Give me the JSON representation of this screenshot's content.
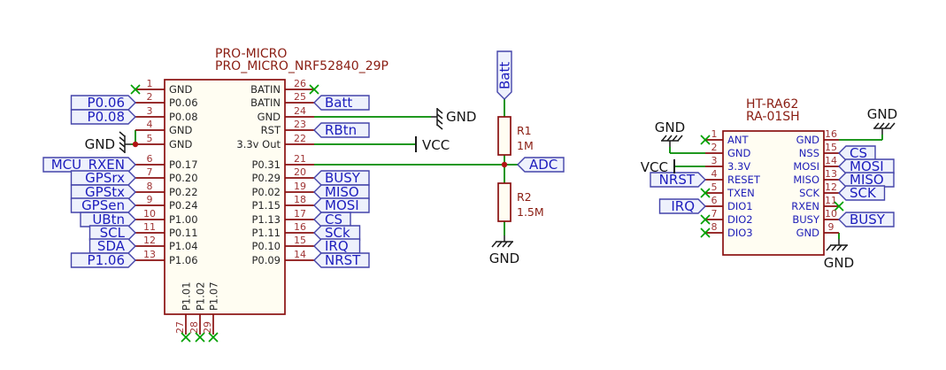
{
  "promicro": {
    "ref": "PRO-MICRO",
    "value": "PRO_MICRO_NRF52840_29P",
    "left_pins": [
      {
        "num": "1",
        "name": "GND",
        "nc": true
      },
      {
        "num": "2",
        "name": "P0.06",
        "label": "P0.06"
      },
      {
        "num": "3",
        "name": "P0.08",
        "label": "P0.08"
      },
      {
        "num": "4",
        "name": "GND"
      },
      {
        "num": "5",
        "name": "GND"
      },
      {
        "num": "6",
        "name": "P0.17",
        "label": "MCU_RXEN"
      },
      {
        "num": "7",
        "name": "P0.20",
        "label": "GPSrx"
      },
      {
        "num": "8",
        "name": "P0.22",
        "label": "GPStx"
      },
      {
        "num": "9",
        "name": "P0.24",
        "label": "GPSen"
      },
      {
        "num": "10",
        "name": "P1.00",
        "label": "UBtn"
      },
      {
        "num": "11",
        "name": "P0.11",
        "label": "SCL"
      },
      {
        "num": "12",
        "name": "P1.04",
        "label": "SDA"
      },
      {
        "num": "13",
        "name": "P1.06",
        "label": "P1.06"
      }
    ],
    "right_pins": [
      {
        "num": "26",
        "name": "BATIN",
        "nc": true
      },
      {
        "num": "25",
        "name": "BATIN",
        "label": "Batt"
      },
      {
        "num": "24",
        "name": "GND"
      },
      {
        "num": "23",
        "name": "RST",
        "label": "RBtn"
      },
      {
        "num": "22",
        "name": "3.3v Out"
      },
      {
        "num": "21",
        "name": "P0.31"
      },
      {
        "num": "20",
        "name": "P0.29",
        "label": "BUSY"
      },
      {
        "num": "19",
        "name": "P0.02",
        "label": "MISO"
      },
      {
        "num": "18",
        "name": "P1.15",
        "label": "MOSI"
      },
      {
        "num": "17",
        "name": "P1.13",
        "label": "CS"
      },
      {
        "num": "16",
        "name": "P1.11",
        "label": "SCk"
      },
      {
        "num": "15",
        "name": "P0.10",
        "label": "IRQ"
      },
      {
        "num": "14",
        "name": "P0.09",
        "label": "NRST"
      }
    ],
    "bottom_pins": [
      {
        "num": "27",
        "name": "P1.01",
        "nc": true
      },
      {
        "num": "28",
        "name": "P1.02",
        "nc": true
      },
      {
        "num": "29",
        "name": "P1.07",
        "nc": true
      }
    ]
  },
  "divider": {
    "source_label": "Batt",
    "tap_label": "ADC",
    "r1": {
      "ref": "R1",
      "value": "1M"
    },
    "r2": {
      "ref": "R2",
      "value": "1.5M"
    }
  },
  "ra01": {
    "ref": "HT-RA62",
    "value": "RA-01SH",
    "left_pins": [
      {
        "num": "1",
        "name": "ANT",
        "nc": true
      },
      {
        "num": "2",
        "name": "GND"
      },
      {
        "num": "3",
        "name": "3.3V"
      },
      {
        "num": "4",
        "name": "RESET",
        "label": "NRST"
      },
      {
        "num": "5",
        "name": "TXEN",
        "nc": true
      },
      {
        "num": "6",
        "name": "DIO1",
        "label": "IRQ"
      },
      {
        "num": "7",
        "name": "DIO2",
        "nc": true
      },
      {
        "num": "8",
        "name": "DIO3",
        "nc": true
      }
    ],
    "right_pins": [
      {
        "num": "16",
        "name": "GND"
      },
      {
        "num": "15",
        "name": "NSS",
        "label": "CS"
      },
      {
        "num": "14",
        "name": "MOSI",
        "label": "MOSI"
      },
      {
        "num": "13",
        "name": "MISO",
        "label": "MISO"
      },
      {
        "num": "12",
        "name": "SCK",
        "label": "SCK"
      },
      {
        "num": "11",
        "name": "RXEN",
        "nc": true
      },
      {
        "num": "10",
        "name": "BUSY",
        "label": "BUSY"
      },
      {
        "num": "9",
        "name": "GND"
      }
    ]
  },
  "power": {
    "gnd": "GND",
    "vcc": "VCC"
  },
  "colors": {
    "wire_green": "#008a00",
    "symbol_maroon": "#8a1111",
    "net_label_blue": "#1d1dbd",
    "junction_red": "#b01414",
    "no_connect_green": "#00a000",
    "background": "#ffffff"
  }
}
